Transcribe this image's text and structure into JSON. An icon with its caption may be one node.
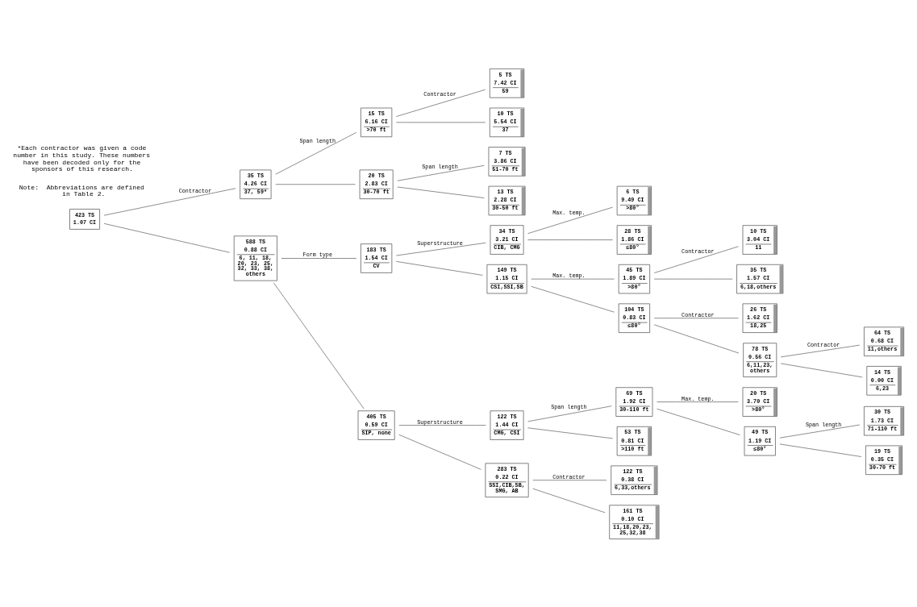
{
  "diagram": {
    "nodes": [
      {
        "text": [
          "423 TS",
          "1.07 CI"
        ]
      },
      {
        "text": [
          "35 TS",
          "4.26 CI",
          "37, 59*"
        ]
      },
      {
        "text": [
          "588 TS",
          "0.88 CI",
          "6, 11, 18, 20, 23, 25, 32, 33, 38, others"
        ]
      },
      {
        "text": [
          "15 TS",
          "6.16 CI",
          ">70 ft"
        ]
      },
      {
        "text": [
          "20 TS",
          "2.83 CI",
          "30-70 ft"
        ]
      },
      {
        "text": [
          "5 TS",
          "7.42 CI",
          "59"
        ]
      },
      {
        "text": [
          "10 TS",
          "5.54 CI",
          "37"
        ]
      },
      {
        "text": [
          "7 TS",
          "3.86 CI",
          "51-70 ft"
        ]
      },
      {
        "text": [
          "13 TS",
          "2.28 CI",
          "30-50 ft"
        ]
      },
      {
        "text": [
          "183 TS",
          "1.54 CI",
          "CV"
        ]
      },
      {
        "text": [
          "405 TS",
          "0.59 CI",
          "SIP, none"
        ]
      },
      {
        "text": [
          "34 TS",
          "3.21 CI",
          "CIB, CMG"
        ]
      },
      {
        "text": [
          "149 TS",
          "1.15 CI",
          "CSI,SSI,SB"
        ]
      },
      {
        "text": [
          "122 TS",
          "1.44 CI",
          "CMG, CSI"
        ]
      },
      {
        "text": [
          "283 TS",
          "0.22 CI",
          "SSI,CIB,SB, SMG, AB"
        ]
      },
      {
        "text": [
          "6 TS",
          "9.49 CI",
          ">80°"
        ]
      },
      {
        "text": [
          "28 TS",
          "1.86 CI",
          "≤80°"
        ]
      },
      {
        "text": [
          "45 TS",
          "1.89 CI",
          ">80°"
        ]
      },
      {
        "text": [
          "104 TS",
          "0.83 CI",
          "≤80°"
        ]
      },
      {
        "text": [
          "69 TS",
          "1.92 CI",
          "30-110 ft"
        ]
      },
      {
        "text": [
          "53 TS",
          "0.81 CI",
          ">110 ft"
        ]
      },
      {
        "text": [
          "122 TS",
          "0.38 CI",
          "6,33,others"
        ]
      },
      {
        "text": [
          "161 TS",
          "0.10 CI",
          "11,18,20,23, 25,32,38"
        ]
      },
      {
        "text": [
          "10 TS",
          "3.04 CI",
          "11"
        ]
      },
      {
        "text": [
          "35 TS",
          "1.57 CI",
          "6,18,others"
        ]
      },
      {
        "text": [
          "26 TS",
          "1.62 CI",
          "18,25"
        ]
      },
      {
        "text": [
          "78 TS",
          "0.56 CI",
          "6,11,23, others"
        ]
      },
      {
        "text": [
          "20 TS",
          "3.70 CI",
          ">80°"
        ]
      },
      {
        "text": [
          "49 TS",
          "1.19 CI",
          "≤80°"
        ]
      },
      {
        "text": [
          "64 TS",
          "0.68 CI",
          "11,others"
        ]
      },
      {
        "text": [
          "14 TS",
          "0.00 CI",
          "6,23"
        ]
      },
      {
        "text": [
          "30 TS",
          "1.73 CI",
          "71-110 ft"
        ]
      },
      {
        "text": [
          "19 TS",
          "0.35 CI",
          "30-70 ft"
        ]
      }
    ],
    "edges": [
      {
        "from": 0,
        "to": 1,
        "arrow": "none",
        "label": "Contractor"
      },
      {
        "from": 0,
        "to": 2,
        "arrow": "none"
      },
      {
        "from": 1,
        "to": 3,
        "arrow": "none",
        "label": "Span length"
      },
      {
        "from": 1,
        "to": 4,
        "arrow": "none"
      },
      {
        "from": 3,
        "to": 5,
        "arrow": "none",
        "label": "Contractor"
      },
      {
        "from": 3,
        "to": 6,
        "arrow": "none"
      },
      {
        "from": 4,
        "to": 7,
        "arrow": "none",
        "label": "Span length"
      },
      {
        "from": 4,
        "to": 8,
        "arrow": "none"
      },
      {
        "from": 2,
        "to": 9,
        "arrow": "none",
        "label": "Form type"
      },
      {
        "from": 2,
        "to": 10,
        "arrow": "none"
      },
      {
        "from": 9,
        "to": 11,
        "arrow": "none",
        "label": "Superstructure"
      },
      {
        "from": 9,
        "to": 12,
        "arrow": "none"
      },
      {
        "from": 11,
        "to": 15,
        "arrow": "none",
        "label": "Max. temp."
      },
      {
        "from": 11,
        "to": 16,
        "arrow": "none"
      },
      {
        "from": 12,
        "to": 17,
        "arrow": "none",
        "label": "Max. temp."
      },
      {
        "from": 12,
        "to": 18,
        "arrow": "none"
      },
      {
        "from": 17,
        "to": 23,
        "arrow": "none",
        "label": "Contractor"
      },
      {
        "from": 17,
        "to": 24,
        "arrow": "none"
      },
      {
        "from": 18,
        "to": 25,
        "arrow": "none",
        "label": "Contractor"
      },
      {
        "from": 18,
        "to": 26,
        "arrow": "none"
      },
      {
        "from": 26,
        "to": 29,
        "arrow": "none",
        "label": "Contractor"
      },
      {
        "from": 26,
        "to": 30,
        "arrow": "none"
      },
      {
        "from": 10,
        "to": 13,
        "arrow": "none",
        "label": "Superstructure"
      },
      {
        "from": 10,
        "to": 14,
        "arrow": "none"
      },
      {
        "from": 13,
        "to": 19,
        "arrow": "none",
        "label": "Span length"
      },
      {
        "from": 13,
        "to": 20,
        "arrow": "none"
      },
      {
        "from": 19,
        "to": 27,
        "arrow": "none",
        "label": "Max. temp."
      },
      {
        "from": 19,
        "to": 28,
        "arrow": "none"
      },
      {
        "from": 28,
        "to": 31,
        "arrow": "none",
        "label": "Span length"
      },
      {
        "from": 28,
        "to": 32,
        "arrow": "none"
      },
      {
        "from": 14,
        "to": 21,
        "arrow": "none",
        "label": "Contractor"
      },
      {
        "from": 14,
        "to": 22,
        "arrow": "none"
      }
    ],
    "labels": [
      "Note:  Abbreviations are defined in Table 2.",
      "*Each contractor was given a code number in this study. These numbers have been decoded only for the sponsors of this research."
    ]
  }
}
